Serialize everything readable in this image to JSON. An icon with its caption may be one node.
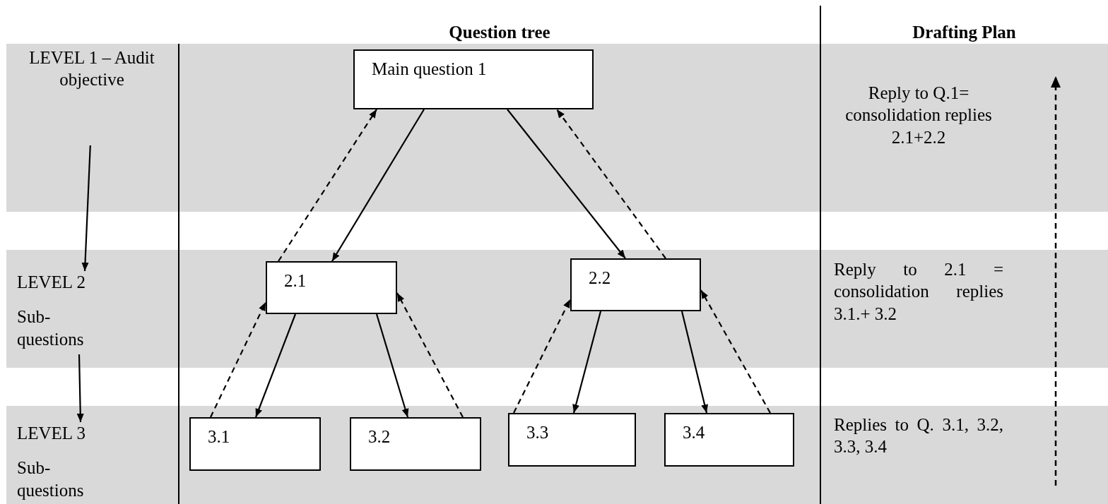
{
  "diagram": {
    "nodes": [
      {
        "text": [
          "LEVEL 1 – Audit objective"
        ]
      },
      {
        "text": [
          "LEVEL 2",
          "Sub-questions"
        ]
      },
      {
        "text": [
          "LEVEL 3",
          "Sub-questions"
        ]
      },
      {
        "text": [
          "Main question 1"
        ]
      },
      {
        "text": [
          "2.1"
        ]
      },
      {
        "text": [
          "2.2"
        ]
      },
      {
        "text": [
          "3.1"
        ]
      },
      {
        "text": [
          "3.2"
        ]
      },
      {
        "text": [
          "3.3"
        ]
      },
      {
        "text": [
          "3.4"
        ]
      }
    ],
    "edges": [
      {
        "from": 0,
        "to": 1,
        "arrow": "to"
      },
      {
        "from": 1,
        "to": 2,
        "arrow": "to"
      },
      {
        "from": 3,
        "to": 4,
        "arrow": "to"
      },
      {
        "from": 3,
        "to": 5,
        "arrow": "to"
      },
      {
        "from": 4,
        "to": 6,
        "arrow": "to"
      },
      {
        "from": 4,
        "to": 7,
        "arrow": "to"
      },
      {
        "from": 5,
        "to": 8,
        "arrow": "to"
      },
      {
        "from": 5,
        "to": 9,
        "arrow": "to"
      },
      {
        "from": 6,
        "to": 4,
        "arrow": "to",
        "style": "dashed"
      },
      {
        "from": 7,
        "to": 4,
        "arrow": "to",
        "style": "dashed"
      },
      {
        "from": 4,
        "to": 3,
        "arrow": "to",
        "style": "dashed"
      },
      {
        "from": 5,
        "to": 3,
        "arrow": "to",
        "style": "dashed"
      },
      {
        "from": 8,
        "to": 5,
        "arrow": "to",
        "style": "dashed"
      },
      {
        "from": 9,
        "to": 5,
        "arrow": "to",
        "style": "dashed"
      }
    ],
    "labels": [
      "Question tree",
      "Drafting Plan",
      "Reply to Q.1= consolidation replies 2.1+2.2",
      "Reply to 2.1 = consolidation replies 3.1.+ 3.2",
      "Replies to Q. 3.1, 3.2, 3.3, 3.4"
    ]
  }
}
